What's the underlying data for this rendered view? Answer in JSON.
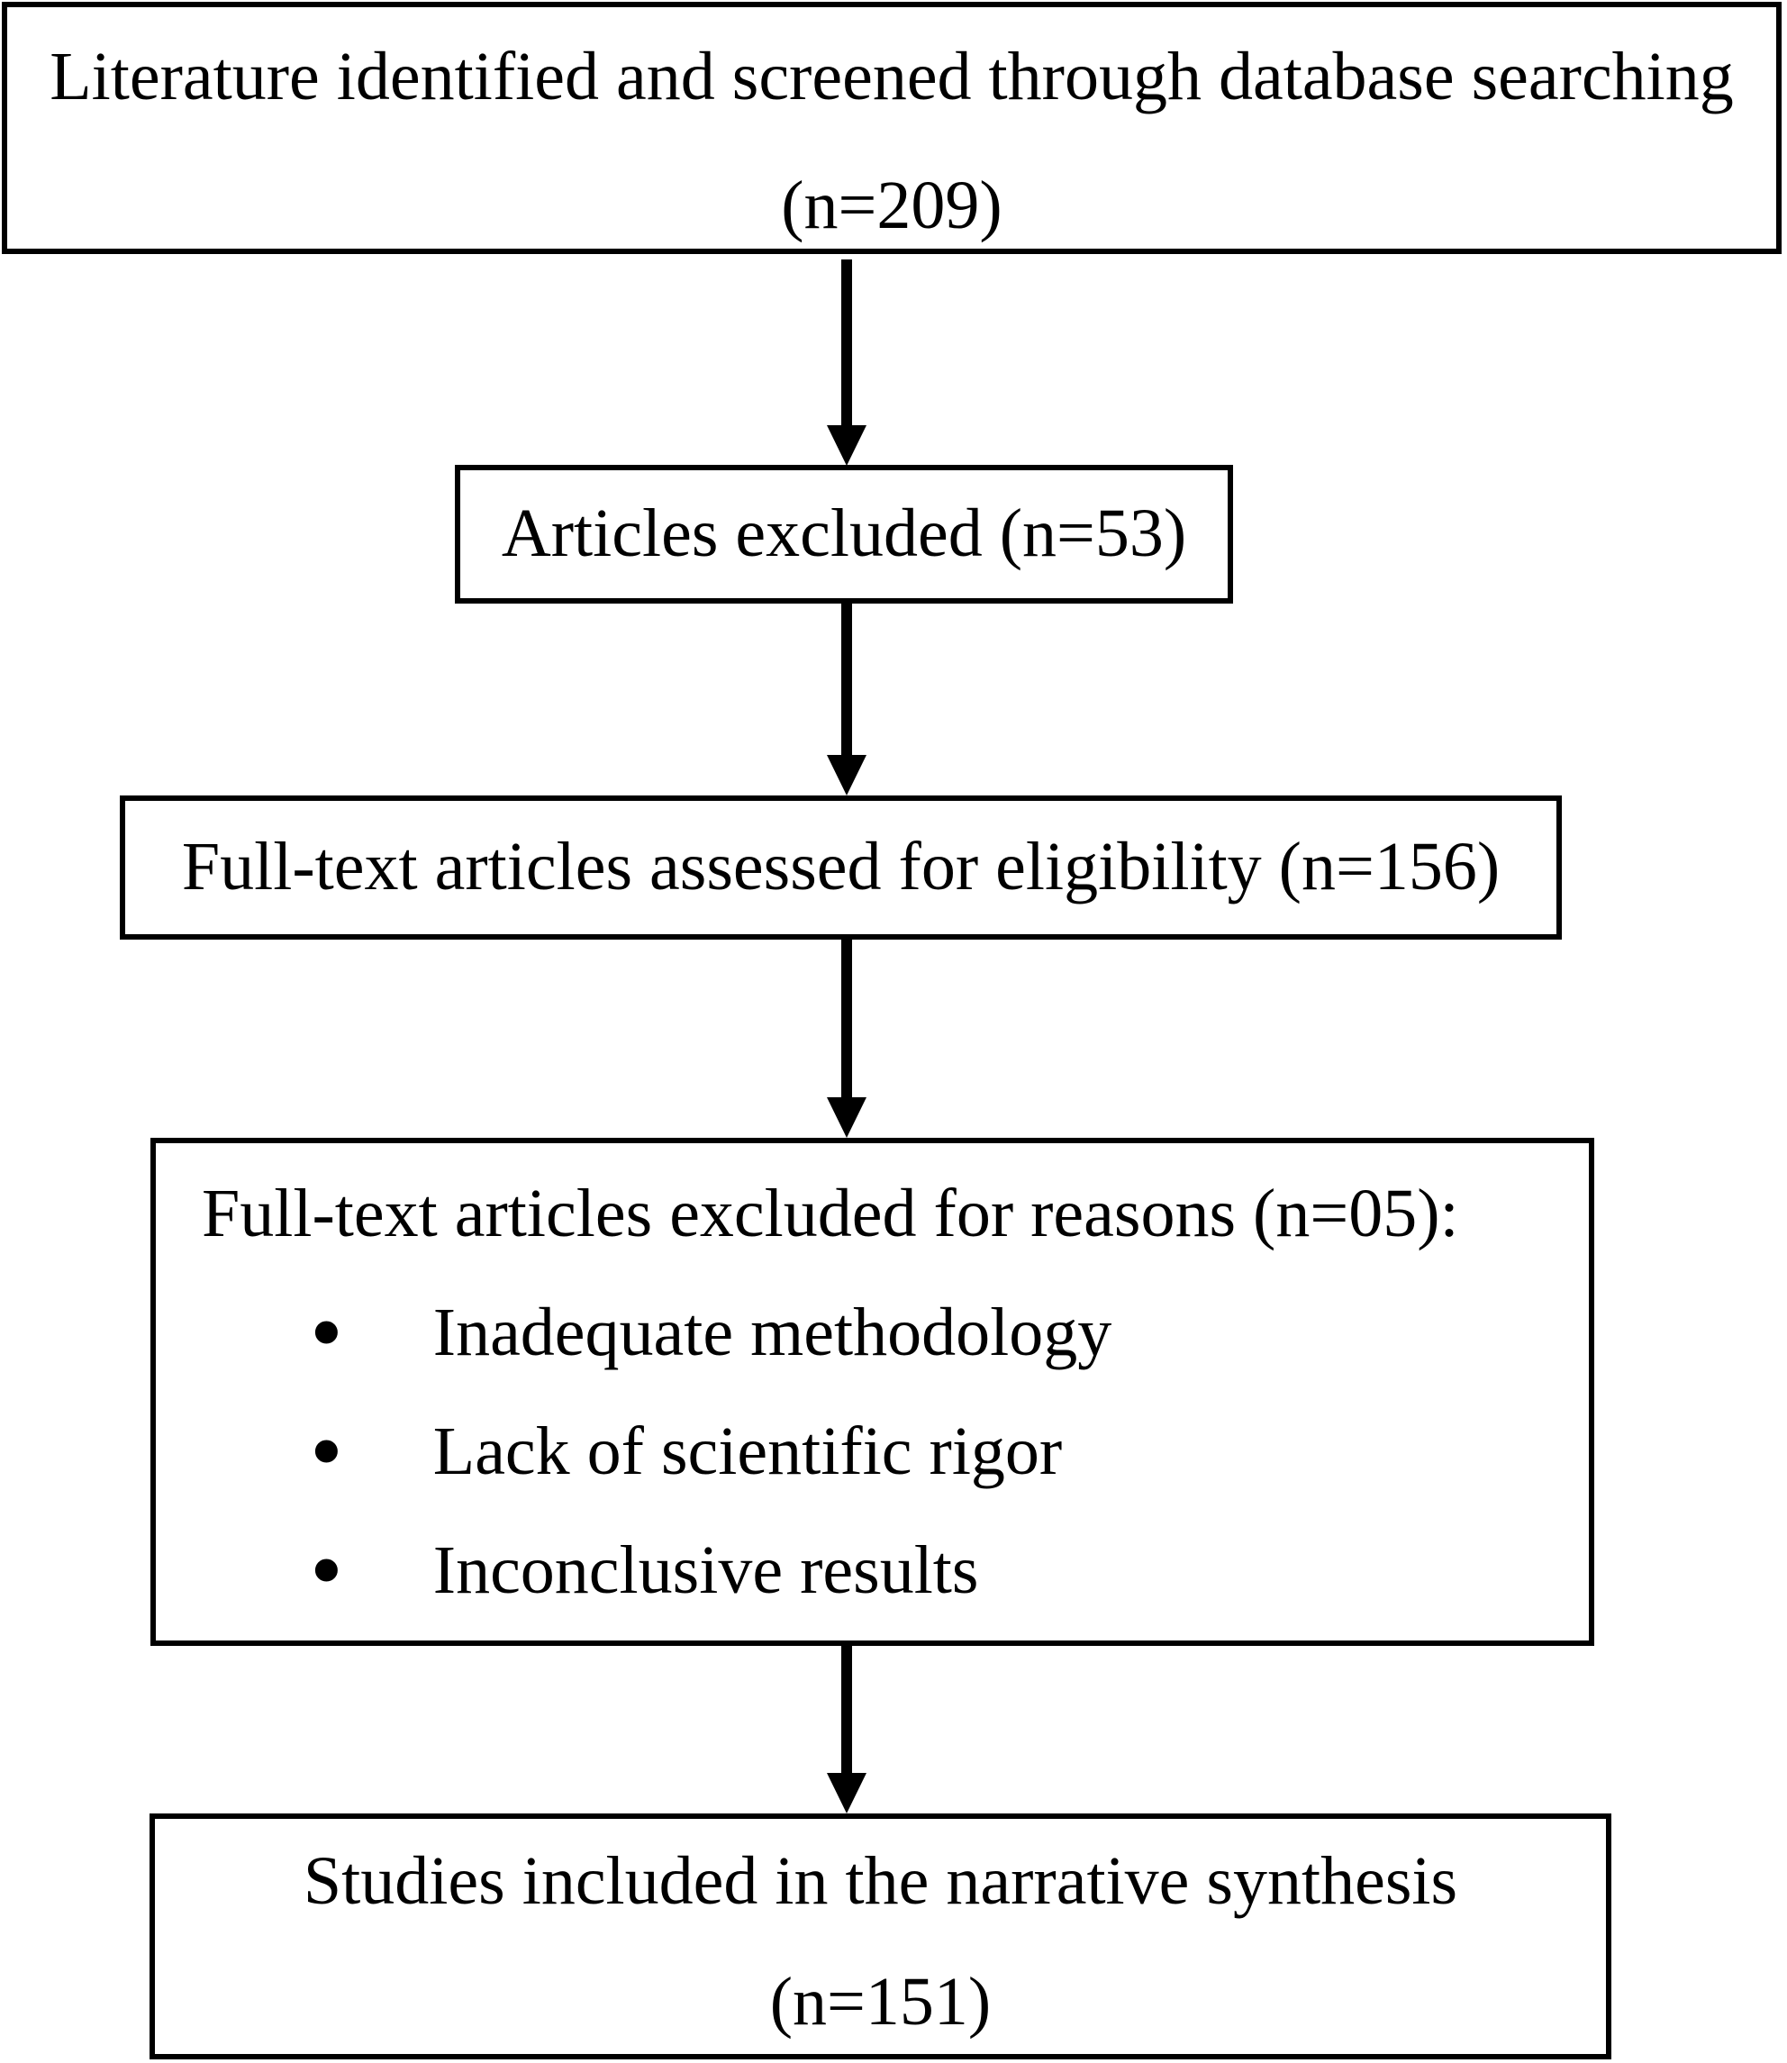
{
  "flow": {
    "box1": {
      "line1": "Literature identified and screened through database searching",
      "line2": "(n=209)"
    },
    "box2": {
      "line1": "Articles excluded (n=53)"
    },
    "box3": {
      "line1": "Full-text articles assessed for eligibility (n=156)"
    },
    "box4": {
      "heading": "Full-text articles excluded for reasons (n=05):",
      "bullet_glyph": "•",
      "bullet1": "Inadequate methodology",
      "bullet2": "Lack of scientific rigor",
      "bullet3": "Inconclusive results"
    },
    "box5": {
      "line1": "Studies included in the narrative synthesis",
      "line2": "(n=151)"
    },
    "colors": {
      "ink": "#000000",
      "background": "#ffffff"
    }
  }
}
